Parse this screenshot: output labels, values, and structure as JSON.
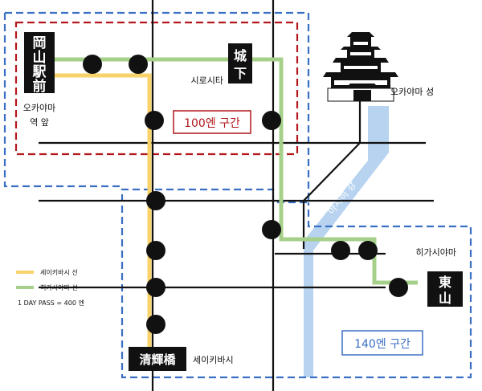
{
  "map": {
    "stations": {
      "okayama": {
        "sign_lines": [
          "岡",
          "山",
          "駅",
          "前"
        ],
        "kr_line1": "오카야마",
        "kr_line2": "역 앞"
      },
      "shiroshita": {
        "sign_lines": [
          "城",
          "下"
        ],
        "kr": "시로시타"
      },
      "higashiyama": {
        "sign_lines": [
          "東",
          "山"
        ],
        "kr": "히가시야마"
      },
      "seikibashi": {
        "sign": "清輝橋",
        "kr": "세이키바시"
      }
    },
    "landmarks": {
      "castle": {
        "label": "오카야마 성"
      },
      "river": {
        "label": "아사히 강"
      }
    },
    "zones": [
      {
        "label": "100엔 구간",
        "color": "#b3161b"
      },
      {
        "label": "140엔 구간",
        "color": "#3a6fc4"
      }
    ],
    "legend": [
      {
        "label": "세이키바시 선",
        "color": "#f8d26a"
      },
      {
        "label": "히가시야마 선",
        "color": "#a6d08a"
      }
    ],
    "pass_note": "1 DAY PASS = 400 엔",
    "colors": {
      "road": "#111111",
      "river": "#b7d3ef",
      "stop": "#111111"
    }
  }
}
